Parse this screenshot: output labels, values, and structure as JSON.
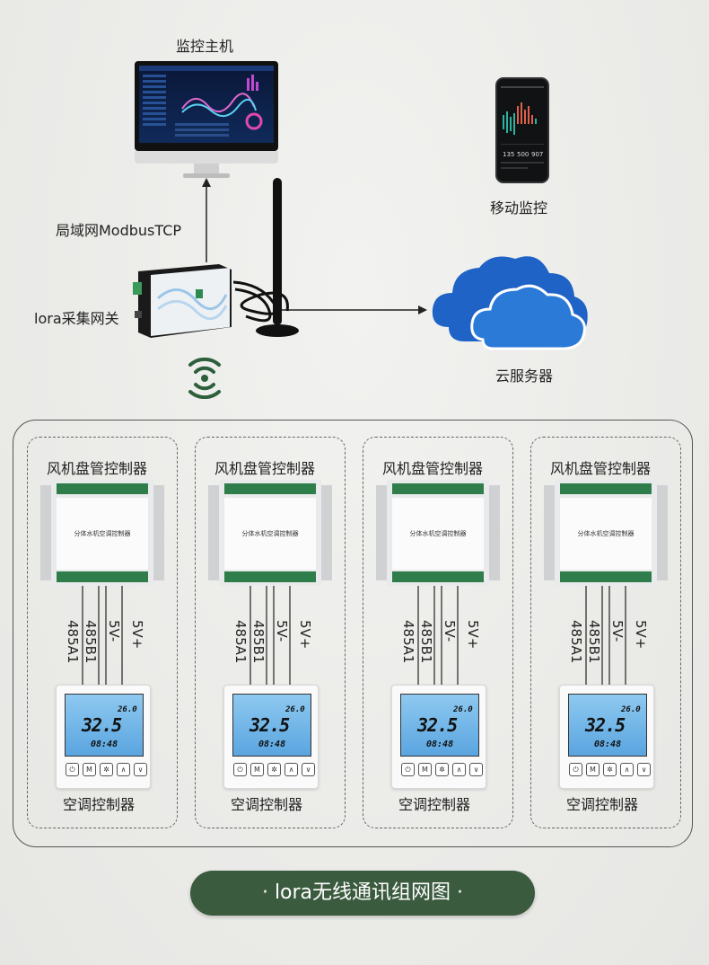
{
  "labels": {
    "host": "监控主机",
    "lan": "局域网ModbusTCP",
    "gateway": "lora采集网关",
    "mobile": "移动监控",
    "cloud": "云服务器"
  },
  "units": [
    {
      "controller": "风机盘管控制器",
      "thermostat": "空调控制器",
      "box_text": "分体水机空调控制器",
      "wires": [
        "485A1",
        "485B1",
        "5V-",
        "5V+"
      ]
    },
    {
      "controller": "风机盘管控制器",
      "thermostat": "空调控制器",
      "box_text": "分体水机空调控制器",
      "wires": [
        "485A1",
        "485B1",
        "5V-",
        "5V+"
      ]
    },
    {
      "controller": "风机盘管控制器",
      "thermostat": "空调控制器",
      "box_text": "分体水机空调控制器",
      "wires": [
        "485A1",
        "485B1",
        "5V-",
        "5V+"
      ]
    },
    {
      "controller": "风机盘管控制器",
      "thermostat": "空调控制器",
      "box_text": "分体水机空调控制器",
      "wires": [
        "485A1",
        "485B1",
        "5V-",
        "5V+"
      ]
    }
  ],
  "thermostat_display": {
    "temp": "32.5",
    "set": "26.0",
    "time": "08:48"
  },
  "thermostat_buttons": [
    "power-icon",
    "mode-button",
    "fan-icon",
    "up-icon",
    "down-icon"
  ],
  "mode_letter": "M",
  "phone_stats": [
    "135",
    "500",
    "907"
  ],
  "footer": "· lora无线通讯组网图 ·",
  "colors": {
    "cloud": "#1f63c6",
    "footer": "#3b5b3f",
    "lcd": "#6fb3e8",
    "wifi": "#2c5f3a"
  }
}
